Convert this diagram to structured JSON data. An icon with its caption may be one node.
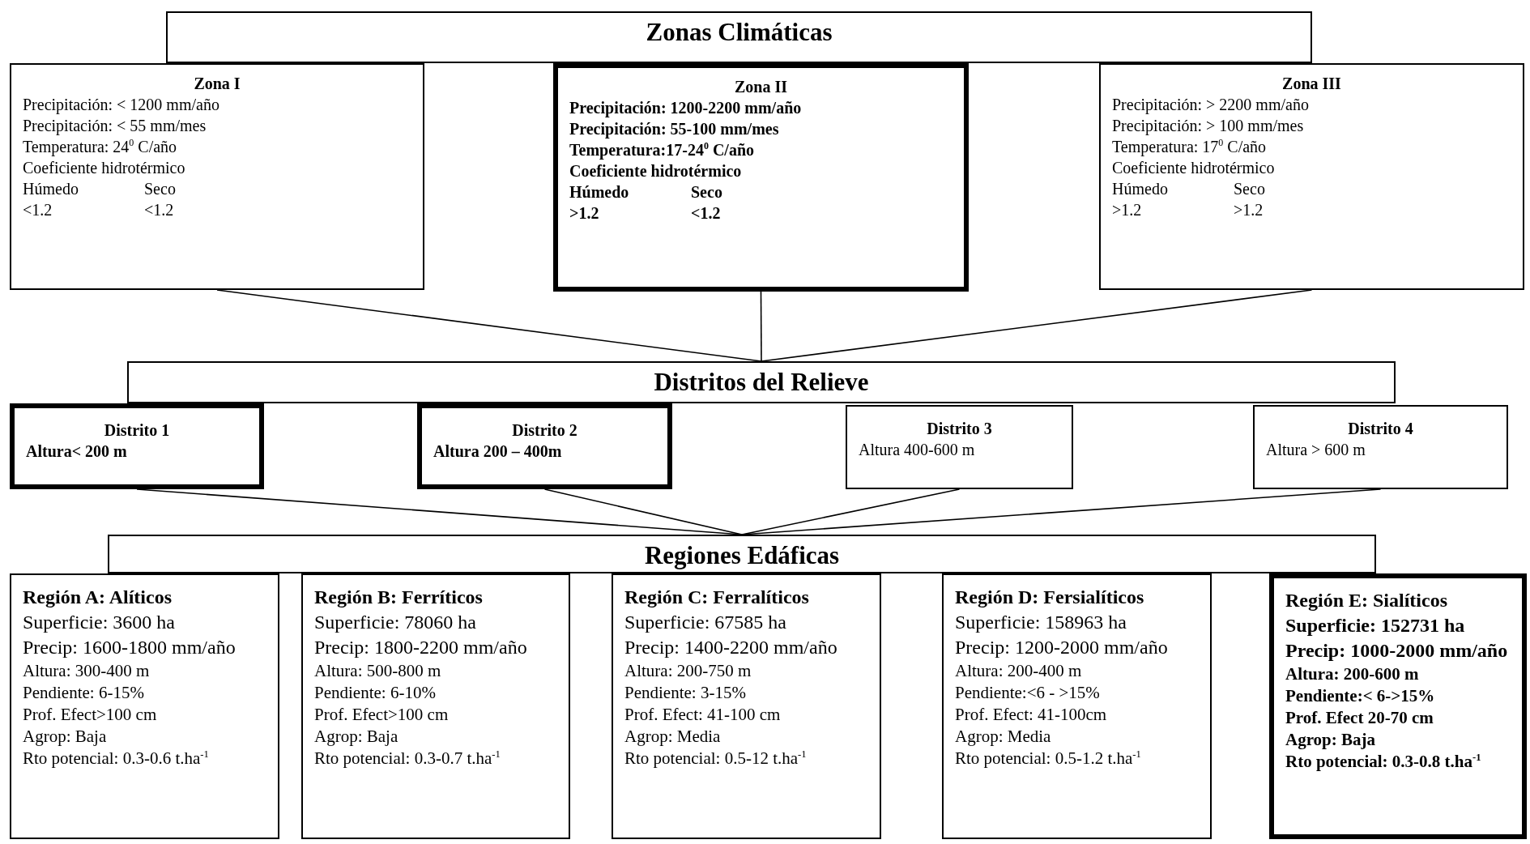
{
  "diagram": {
    "nodes": [
      {
        "text": [
          "Zonas Climáticas"
        ]
      },
      {
        "text": [
          "Zona I",
          "Precipitación: < 1200 mm/año",
          "Precipitación: < 55 mm/mes",
          "Temperatura: 24$^{0}$ C/año",
          "Coeficiente hidrotérmico",
          "Húmedo",
          "Seco",
          "<1.2",
          "<1.2"
        ]
      },
      {
        "text": [
          "Zona II",
          "Precipitación:  1200-2200 mm/año",
          "Precipitación:  55-100 mm/mes",
          "Temperatura:17-24$^{0}$ C/año",
          "Coeficiente hidrotérmico",
          "Húmedo",
          "Seco",
          ">1.2",
          "<1.2"
        ]
      },
      {
        "text": [
          "Zona III",
          "Precipitación: > 2200 mm/año",
          "Precipitación: > 100 mm/mes",
          "Temperatura: 17$^{0}$ C/año",
          "Coeficiente hidrotérmico",
          "Húmedo",
          "Seco",
          ">1.2",
          ">1.2"
        ]
      },
      {
        "text": [
          "Distritos del Relieve"
        ]
      },
      {
        "text": [
          "Distrito 1",
          "Altura< 200 m"
        ]
      },
      {
        "text": [
          "Distrito 2",
          "Altura 200 – 400m"
        ]
      },
      {
        "text": [
          "Distrito 3",
          "Altura 400-600 m"
        ]
      },
      {
        "text": [
          "Distrito 4",
          "Altura > 600 m"
        ]
      },
      {
        "text": [
          "Regiones Edáficas"
        ]
      },
      {
        "text": [
          "Región A: Alíticos",
          "Superficie: 3600 ha",
          "Precip: 1600-1800 mm/año",
          "Altura: 300-400 m",
          "Pendiente: 6-15%",
          "Prof. Efect>100 cm",
          "Agrop: Baja",
          "Rto potencial: 0.3-0.6 t.ha$^{-1}$"
        ]
      },
      {
        "text": [
          "Región B: Ferríticos",
          "Superficie: 78060 ha",
          "Precip: 1800-2200 mm/año",
          "Altura: 500-800 m",
          "Pendiente: 6-10%",
          "Prof. Efect>100 cm",
          "Agrop: Baja",
          "Rto potencial: 0.3-0.7 t.ha$^{-1}$"
        ]
      },
      {
        "text": [
          "Región C: Ferralíticos",
          "Superficie: 67585 ha",
          "Precip: 1400-2200 mm/año",
          "Altura: 200-750 m",
          "Pendiente: 3-15%",
          "Prof. Efect: 41-100 cm",
          "Agrop: Media",
          "Rto potencial: 0.5-12 t.ha$^{-1}$"
        ]
      },
      {
        "text": [
          "Región D: Fersialíticos",
          "Superficie: 158963 ha",
          "Precip: 1200-2000 mm/año",
          "Altura: 200-400 m",
          "Pendiente:<6 - >15%",
          "Prof. Efect: 41-100cm",
          "Agrop: Media",
          "Rto potencial: 0.5-1.2 t.ha$^{-1}$"
        ]
      },
      {
        "text": [
          "Región E: Sialíticos",
          "Superficie: 152731 ha",
          "Precip: 1000-2000 mm/año",
          "Altura: 200-600 m",
          "Pendiente:< 6->15%",
          "Prof. Efect 20-70 cm",
          "Agrop: Baja",
          "Rto potencial: 0.3-0.8 t.ha$^{-1}$"
        ]
      }
    ],
    "edges": [
      {
        "from": 1,
        "to": 4,
        "arrow": "none"
      },
      {
        "from": 2,
        "to": 4,
        "arrow": "none"
      },
      {
        "from": 3,
        "to": 4,
        "arrow": "none"
      },
      {
        "from": 5,
        "to": 9,
        "arrow": "none"
      },
      {
        "from": 6,
        "to": 9,
        "arrow": "none"
      },
      {
        "from": 7,
        "to": 9,
        "arrow": "none"
      },
      {
        "from": 8,
        "to": 9,
        "arrow": "none"
      }
    ]
  }
}
